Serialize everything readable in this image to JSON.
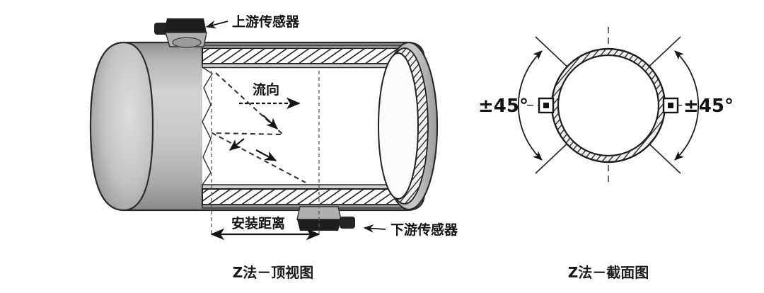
{
  "figure": {
    "background_color": "#ffffff",
    "ink_color": "#1b1b1b",
    "pipe_body_color": "#b9b9b9",
    "pipe_interior_color": "#ffffff",
    "sensor_body_color": "#262626"
  },
  "top_view": {
    "caption": "Z法－顶视图",
    "labels": {
      "upstream_sensor": "上游传感器",
      "downstream_sensor": "下游传感器",
      "flow_direction": "流向",
      "installation_distance": "安装距离"
    },
    "icons": {
      "upstream_pointer": "arrow-left-icon",
      "downstream_pointer": "arrow-left-icon",
      "flow_arrow": "arrow-right-icon",
      "distance_arrow": "double-arrow-horizontal-icon",
      "signal_path": "dashed-z-path-icon"
    }
  },
  "cross_section": {
    "caption": "Z法－截面图",
    "labels": {
      "angle_left": "±45°",
      "angle_right": "±45°"
    },
    "icons": {
      "sensor_left": "sensor-block-icon",
      "sensor_right": "sensor-block-icon",
      "arc_left": "arc-sweep-icon",
      "arc_right": "arc-sweep-icon",
      "centerline_horizontal": "dashed-centerline-icon",
      "centerline_vertical": "dashed-centerline-icon"
    }
  }
}
